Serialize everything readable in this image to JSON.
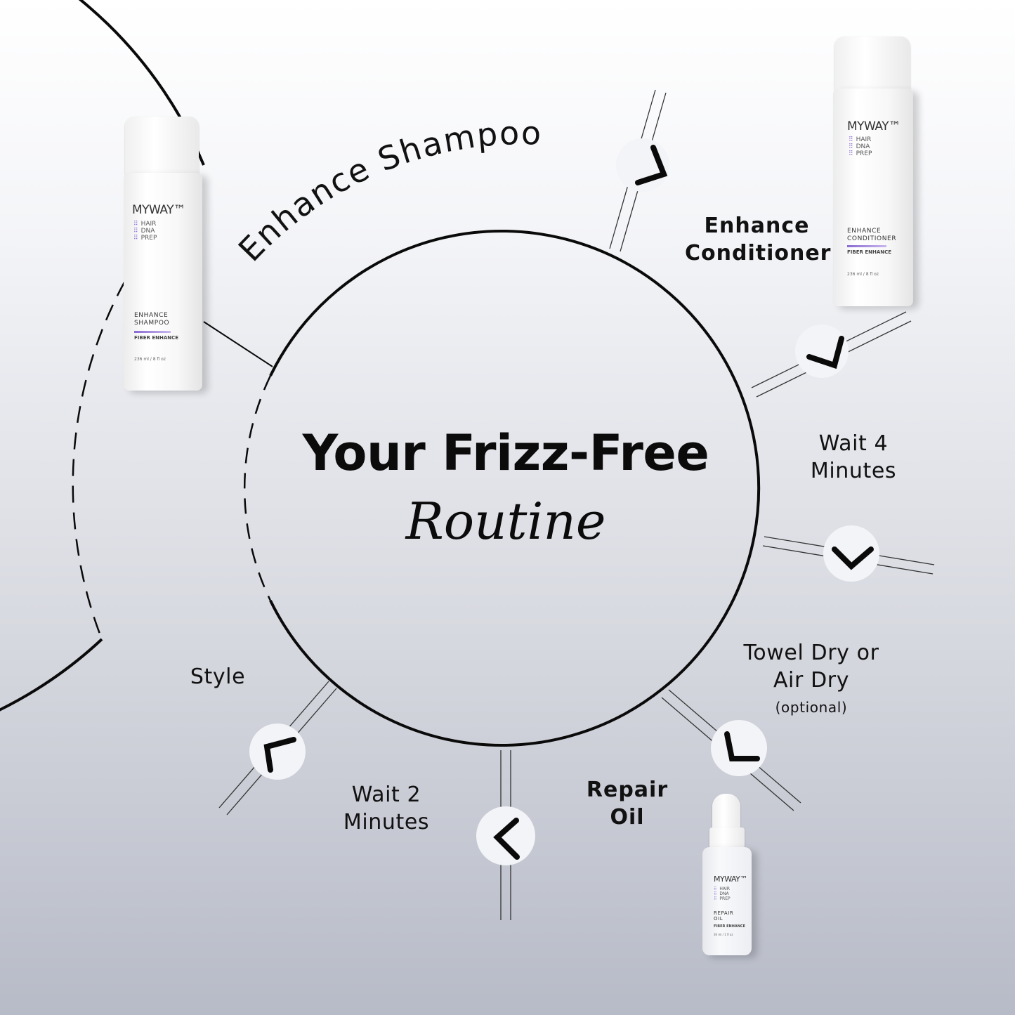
{
  "title": {
    "line1": "Your Frizz-Free",
    "line2": "Routine"
  },
  "steps": {
    "shampoo": "Enhance Shampoo",
    "conditioner_line1": "Enhance",
    "conditioner_line2": "Conditioner",
    "wait4_line1": "Wait 4",
    "wait4_line2": "Minutes",
    "towel_line1": "Towel Dry or",
    "towel_line2": "Air Dry",
    "towel_note": "(optional)",
    "oil_line1": "Repair",
    "oil_line2": "Oil",
    "wait2_line1": "Wait 2",
    "wait2_line2": "Minutes",
    "style": "Style"
  },
  "products": {
    "shampoo": {
      "brand": "MYWAY™",
      "dna": [
        "HAIR",
        "DNA",
        "PREP"
      ],
      "name_line1": "ENHANCE",
      "name_line2": "SHAMPOO",
      "line": "FIBER ENHANCE",
      "volume": "236 ml / 8 fl oz"
    },
    "conditioner": {
      "brand": "MYWAY™",
      "dna": [
        "HAIR",
        "DNA",
        "PREP"
      ],
      "name_line1": "ENHANCE",
      "name_line2": "CONDITIONER",
      "line": "FIBER ENHANCE",
      "volume": "236 ml / 8 fl oz"
    },
    "oil": {
      "brand": "MYWAY™",
      "dna": [
        "HAIR",
        "DNA",
        "PREP"
      ],
      "name_line1": "REPAIR",
      "name_line2": "OIL",
      "line": "FIBER ENHANCE",
      "volume": "30 ml / 1 fl oz"
    }
  },
  "colors": {
    "ink": "#111111",
    "accent": "#8a6ad1",
    "background_top": "#ffffff",
    "background_bottom": "#b7bbc7"
  }
}
